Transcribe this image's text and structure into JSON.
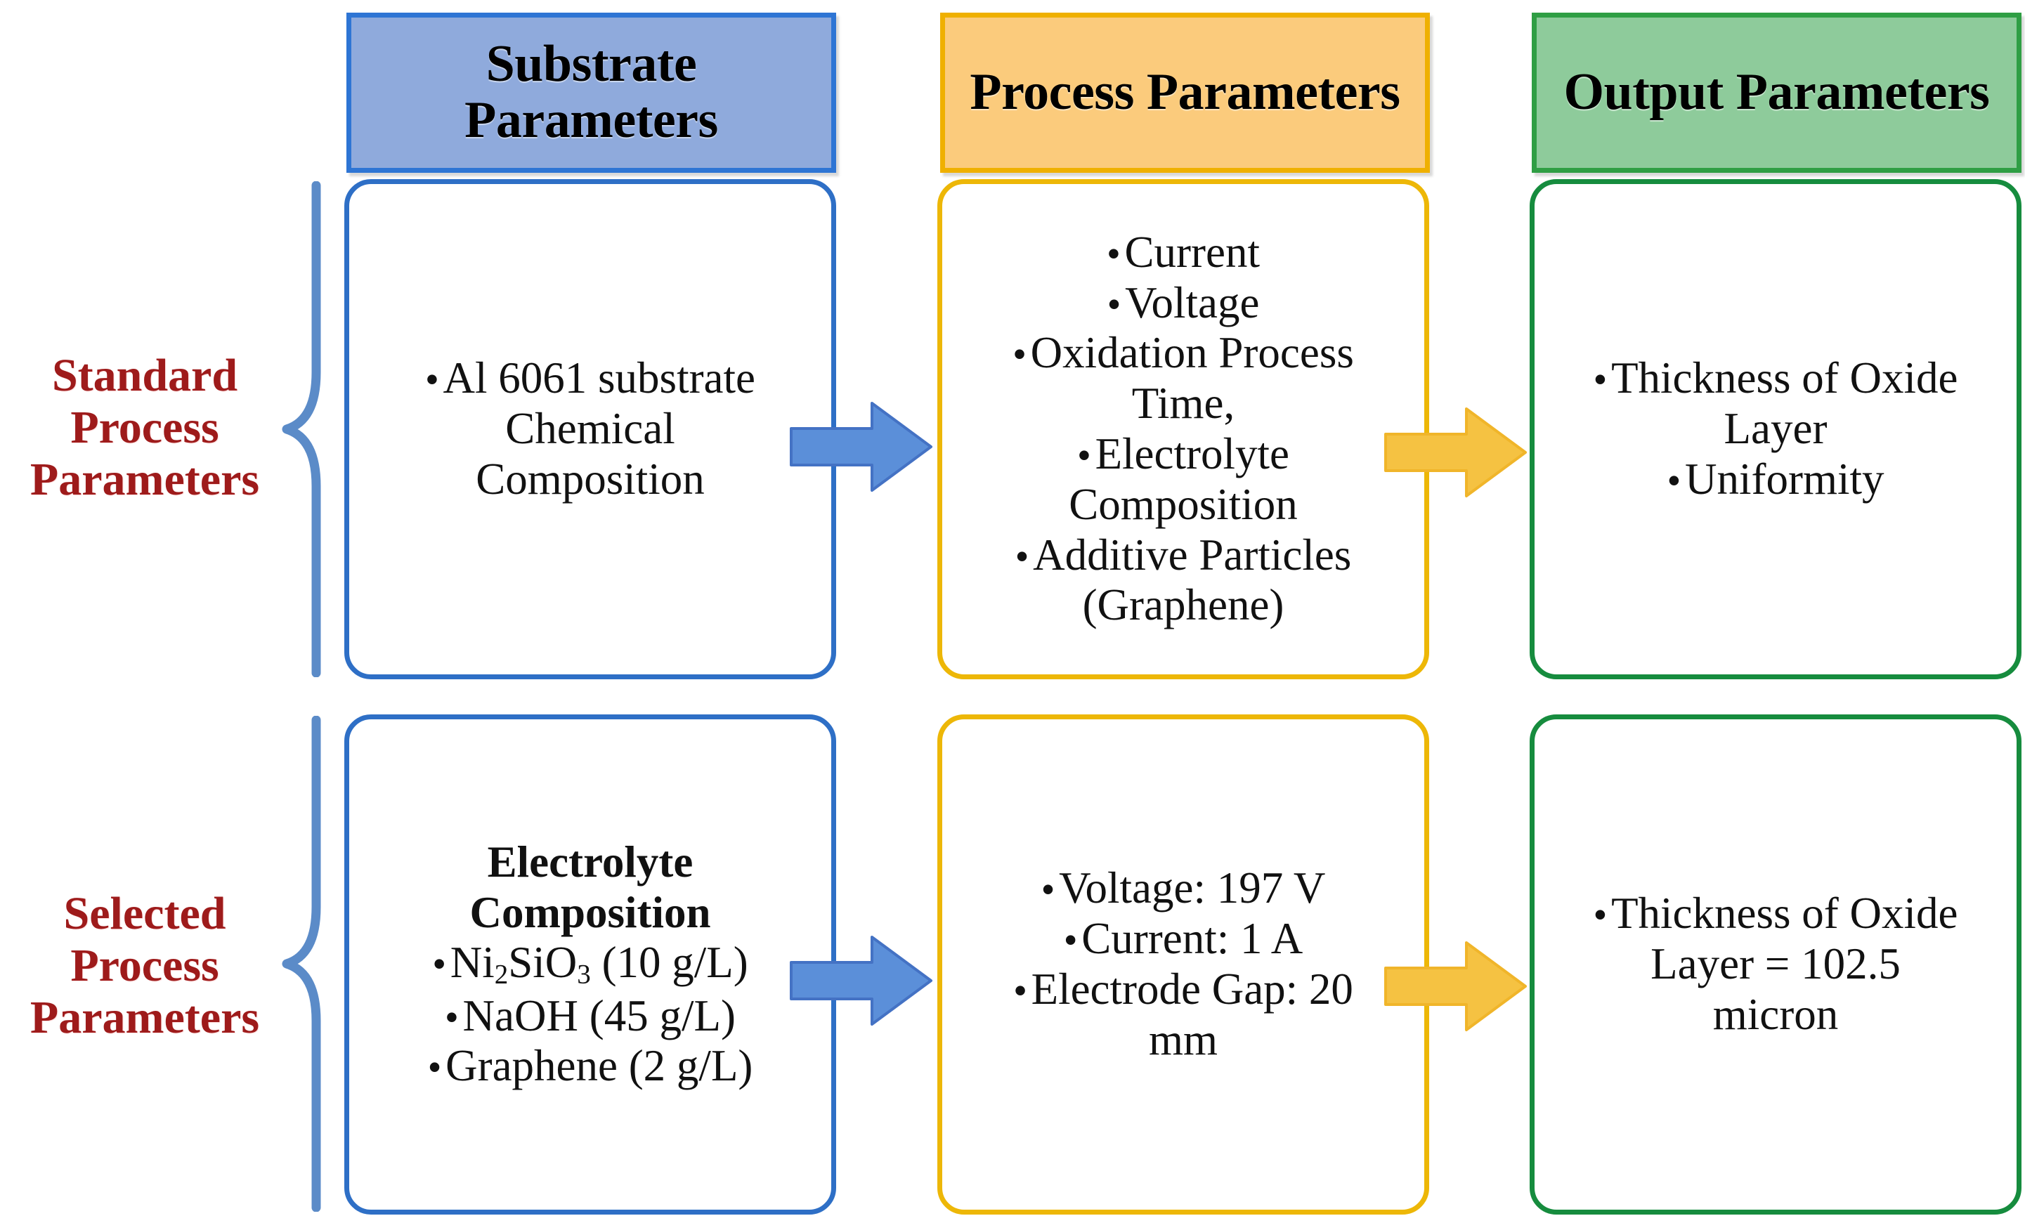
{
  "colors": {
    "substrate_fill": "#8FAADC",
    "substrate_border": "#2E75D4",
    "process_fill": "#FBCB7C",
    "process_border": "#EFB000",
    "output_fill": "#8ECB9B",
    "output_border": "#2F9E44",
    "row_label_text": "#9E1B1B",
    "brace_stroke": "#5B8BC8",
    "arrow_blue": "#5B8FD9",
    "arrow_yellow": "#F5C242",
    "body_text": "#111111",
    "background": "#FFFFFF"
  },
  "headers": {
    "substrate": "Substrate Parameters",
    "process": "Process Parameters",
    "output": "Output Parameters"
  },
  "row_labels": {
    "standard": "Standard Process Parameters",
    "selected": "Selected Process Parameters"
  },
  "rows": [
    {
      "id": "standard",
      "label": "Standard Process Parameters",
      "substrate": {
        "lines": [
          {
            "type": "bullet",
            "text": "Al 6061 substrate"
          },
          {
            "type": "plain",
            "text": "Chemical"
          },
          {
            "type": "plain",
            "text": "Composition"
          }
        ]
      },
      "process": {
        "lines": [
          {
            "type": "bullet",
            "text": "Current"
          },
          {
            "type": "bullet",
            "text": "Voltage"
          },
          {
            "type": "bullet",
            "text": "Oxidation Process"
          },
          {
            "type": "plain",
            "text": "Time,"
          },
          {
            "type": "bullet",
            "text": "Electrolyte"
          },
          {
            "type": "plain",
            "text": "Composition"
          },
          {
            "type": "bullet",
            "text": "Additive Particles"
          },
          {
            "type": "plain",
            "text": "(Graphene)"
          }
        ]
      },
      "output": {
        "lines": [
          {
            "type": "bullet",
            "text": "Thickness of Oxide"
          },
          {
            "type": "plain",
            "text": "Layer"
          },
          {
            "type": "bullet",
            "text": "Uniformity"
          }
        ]
      }
    },
    {
      "id": "selected",
      "label": "Selected Process Parameters",
      "substrate": {
        "lines": [
          {
            "type": "bold",
            "text": "Electrolyte"
          },
          {
            "type": "bold",
            "text": "Composition"
          },
          {
            "type": "bullet",
            "html": "Ni<sub>2</sub>SiO<sub>3</sub> (10 g/L)",
            "text": "Ni2SiO3 (10 g/L)"
          },
          {
            "type": "bullet",
            "text": "NaOH (45 g/L)"
          },
          {
            "type": "bullet",
            "text": "Graphene (2 g/L)"
          }
        ]
      },
      "process": {
        "lines": [
          {
            "type": "bullet",
            "text": "Voltage: 197 V"
          },
          {
            "type": "bullet",
            "text": "Current: 1 A"
          },
          {
            "type": "bullet",
            "text": "Electrode Gap: 20"
          },
          {
            "type": "plain",
            "text": "mm"
          }
        ]
      },
      "output": {
        "lines": [
          {
            "type": "bullet",
            "text": "Thickness of Oxide"
          },
          {
            "type": "plain",
            "text": "Layer = 102.5"
          },
          {
            "type": "plain",
            "text": "micron"
          }
        ]
      }
    }
  ],
  "flow": {
    "arrow_substrate_to_process": "right-arrow-icon",
    "arrow_process_to_output": "right-arrow-icon",
    "brace_icon": "curly-brace-icon"
  }
}
